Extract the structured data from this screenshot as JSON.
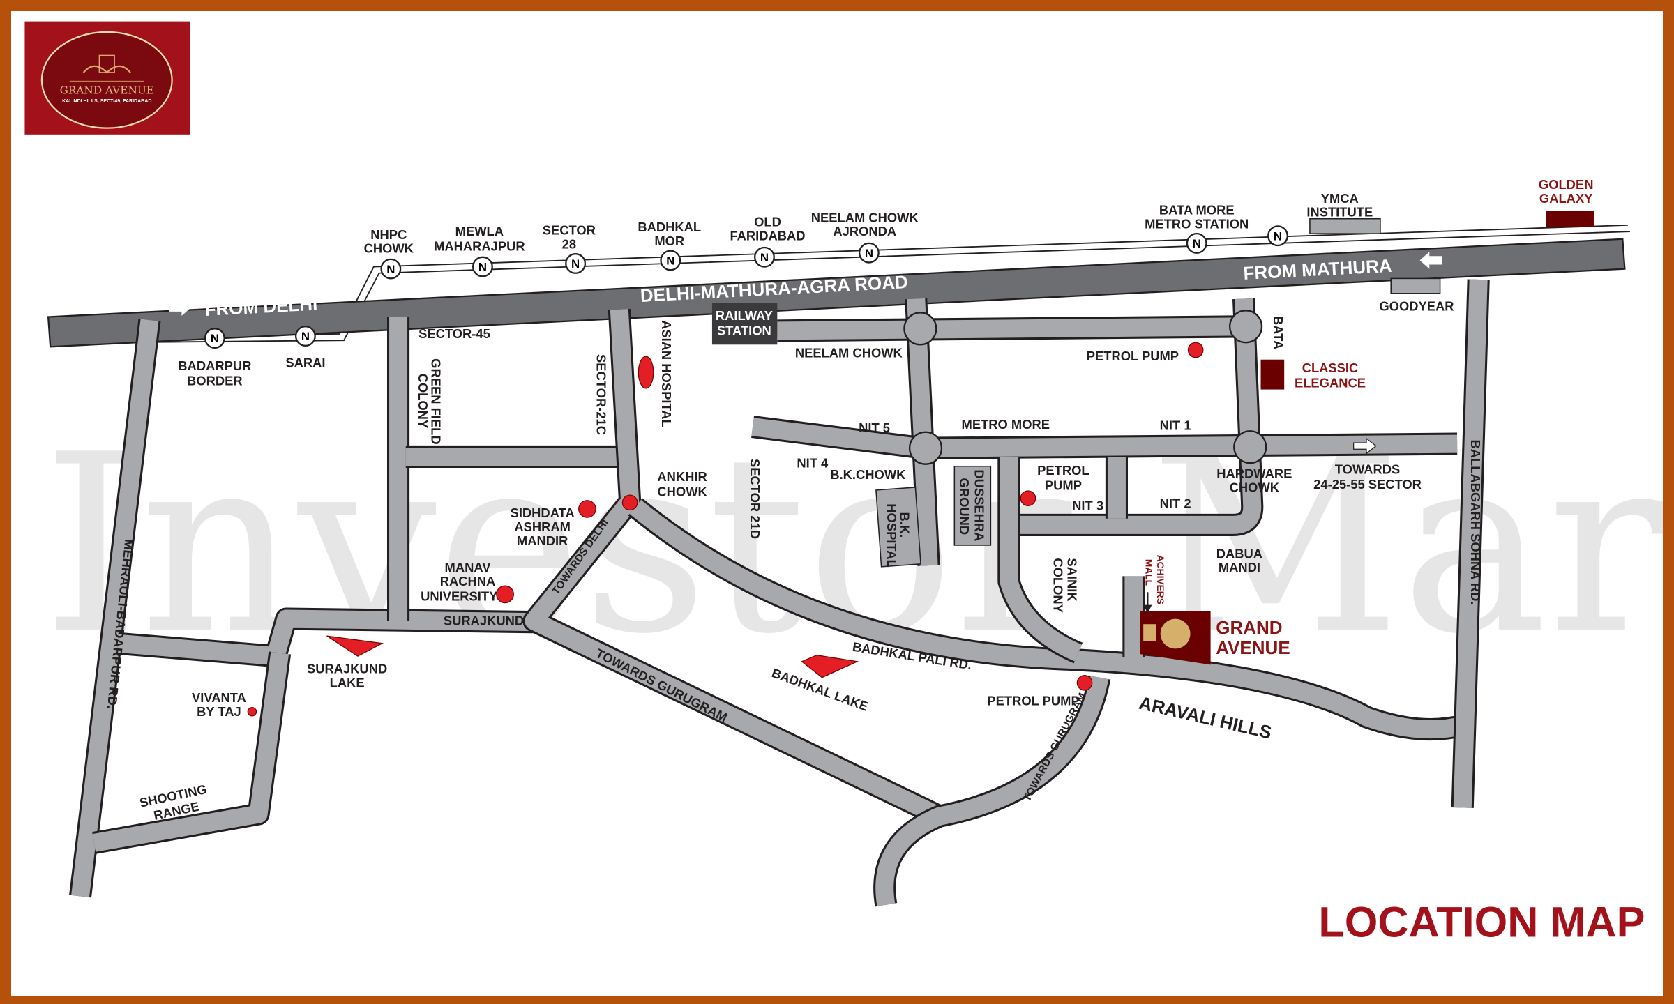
{
  "logo": {
    "name": "GRAND AVENUE",
    "tagline": "KALINDI HILLS, SECT-49, FARIDABAD"
  },
  "watermark": "Investor Mart",
  "title": "LOCATION MAP",
  "colors": {
    "border": "#b5510b",
    "road": "#a7a9ac",
    "highway": "#6d6e71",
    "marker": "#e31e24",
    "brand": "#8b1414",
    "project": "#6b0000",
    "project_accent": "#d4b06a"
  },
  "metro_icon": "N",
  "labels": {
    "from_delhi": "FROM DELHI",
    "from_mathura": "FROM MATHURA",
    "highway": "DELHI-MATHURA-AGRA ROAD",
    "nhpc_1": "NHPC",
    "nhpc_2": "CHOWK",
    "mewla_1": "MEWLA",
    "mewla_2": "MAHARAJPUR",
    "sector28_1": "SECTOR",
    "sector28_2": "28",
    "badhkal_mor_1": "BADHKAL",
    "badhkal_mor_2": "MOR",
    "old_fbd_1": "OLD",
    "old_fbd_2": "FARIDABAD",
    "neelam_ajronda_1": "NEELAM CHOWK",
    "neelam_ajronda_2": "AJRONDA",
    "bata_more_1": "BATA MORE",
    "bata_more_2": "METRO STATION",
    "ymca_1": "YMCA",
    "ymca_2": "INSTITUTE",
    "golden_1": "GOLDEN",
    "golden_2": "GALAXY",
    "goodyear": "GOODYEAR",
    "badarpur_1": "BADARPUR",
    "badarpur_2": "BORDER",
    "sarai": "SARAI",
    "sector45": "SECTOR-45",
    "greenfield_1": "GREEN FIELD",
    "greenfield_2": "COLONY",
    "sector21c": "SECTOR-21C",
    "asian": "ASIAN HOSPITAL",
    "railway_1": "RAILWAY",
    "railway_2": "STATION",
    "neelam_chowk": "NEELAM CHOWK",
    "petrol_pump_1": "PETROL PUMP",
    "bata": "BATA",
    "classic_1": "CLASSIC",
    "classic_2": "ELEGANCE",
    "nit5": "NIT 5",
    "nit4": "NIT 4",
    "nit1": "NIT 1",
    "nit3": "NIT 3",
    "nit2": "NIT 2",
    "metro_more": "METRO MORE",
    "bk_chowk": "B.K.CHOWK",
    "sector21d": "SECTOR 21D",
    "bk_hospital_1": "B.K.",
    "bk_hospital_2": "HOSPITAL",
    "dussehra_1": "DUSSEHRA",
    "dussehra_2": "GROUND",
    "petrol_pump_2a": "PETROL",
    "petrol_pump_2b": "PUMP",
    "hardware_1": "HARDWARE",
    "hardware_2": "CHOWK",
    "towards_sector_1": "TOWARDS",
    "towards_sector_2": "24-25-55 SECTOR",
    "ballabgarh": "BALLABGARH SOHNA RD.",
    "ankhir_1": "ANKHIR",
    "ankhir_2": "CHOWK",
    "sidhdata_1": "SIDHDATA",
    "sidhdata_2": "ASHRAM",
    "sidhdata_3": "MANDIR",
    "manav_1": "MANAV",
    "manav_2": "RACHNA",
    "manav_3": "UNIVERSITY",
    "towards_delhi": "TOWARDS DELHI",
    "surajkund": "SURAJKUND",
    "surajkund_lake_1": "SURAJKUND",
    "surajkund_lake_2": "LAKE",
    "mehrauli": "MEHRAULI-BADARPUR RD.",
    "vivanta_1": "VIVANTA",
    "vivanta_2": "BY TAJ",
    "shooting_1": "SHOOTING",
    "shooting_2": "RANGE",
    "towards_gurugram": "TOWARDS GURUGRAM",
    "badhkal_lake": "BADHKAL LAKE",
    "badhkal_pali": "BADHKAL PALI RD.",
    "sainik_1": "SAINIK",
    "sainik_2": "COLONY",
    "dabua_1": "DABUA",
    "dabua_2": "MANDI",
    "achivers_1": "ACHIVERS",
    "achivers_2": "MALL",
    "grand_1": "GRAND",
    "grand_2": "AVENUE",
    "petrol_pump_3": "PETROL PUMP",
    "aravali": "ARAVALI HILLS",
    "towards_gurugram_2": "TOWARDS GURUGRAM"
  }
}
